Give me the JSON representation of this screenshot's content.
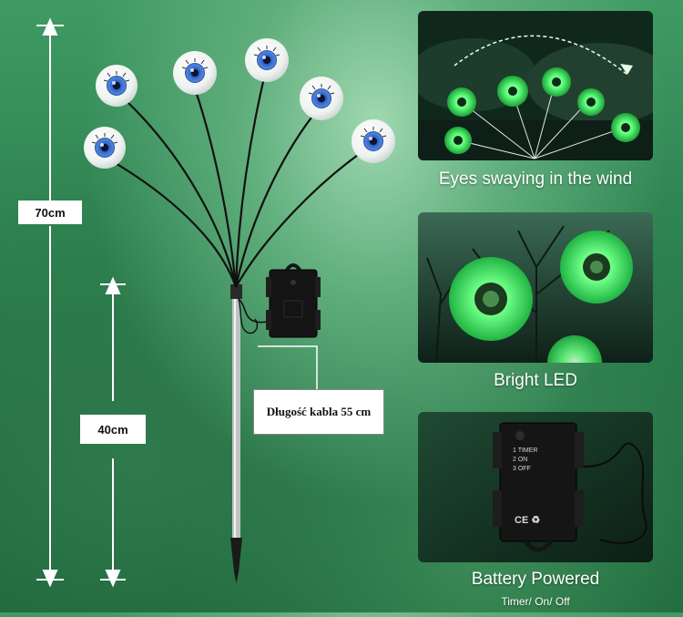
{
  "dimensions": {
    "total_height_label": "70cm",
    "stake_height_label": "40cm",
    "cable_length_label": "Długość kabla 55 cm"
  },
  "features": [
    {
      "caption": "Eyes swaying in the wind"
    },
    {
      "caption": "Bright LED"
    },
    {
      "caption": "Battery Powered",
      "sub_caption": "Timer/ On/ Off"
    }
  ],
  "battery_box": {
    "switch_labels": [
      "1 TIMER",
      "2 ON",
      "3 OFF"
    ],
    "marks": "CE ♻"
  },
  "colors": {
    "glow_green": "#5dff7a",
    "iris_blue": "#3d6fd1",
    "background_green": "#2b7f4d"
  }
}
